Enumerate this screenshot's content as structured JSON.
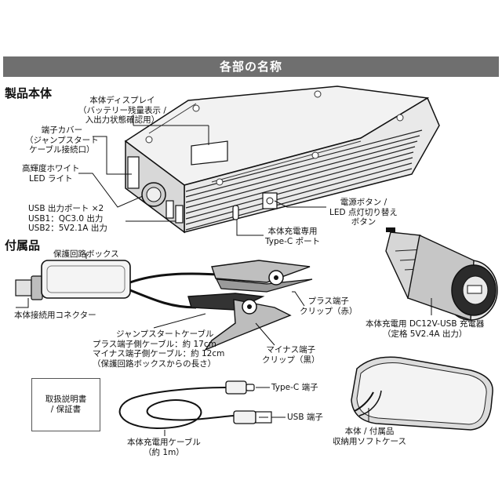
{
  "header": {
    "title": "各部の名称"
  },
  "sections": {
    "main_unit": "製品本体",
    "accessories": "付属品"
  },
  "labels": {
    "display": [
      "本体ディスプレイ",
      "（バッテリー残量表示 /",
      "入出力状態確認用）"
    ],
    "terminal_cover": [
      "端子カバー",
      "（ジャンプスタート",
      "ケーブル接続口）"
    ],
    "led_light": [
      "高輝度ホワイト",
      "LED ライト"
    ],
    "usb_port": [
      "USB 出力ポート ×2",
      "USB1：QC3.0 出力",
      "USB2：5V2.1A 出力"
    ],
    "power_button": [
      "電源ボタン /",
      "LED 点灯切り替え",
      "ボタン"
    ],
    "typec_port": [
      "本体充電専用",
      "Type-C ポート"
    ],
    "protection_box": "保護回路ボックス",
    "connector": "本体接続用コネクター",
    "plus_clip": [
      "プラス端子",
      "クリップ（赤）"
    ],
    "minus_clip": [
      "マイナス端子",
      "クリップ（黒）"
    ],
    "jump_cable": [
      "ジャンプスタートケーブル",
      "プラス端子側ケーブル：約 17cm",
      "マイナス端子側ケーブル：約 12cm",
      "（保護回路ボックスからの長さ）"
    ],
    "car_charger": [
      "本体充電用 DC12V-USB 充電器",
      "（定格 5V2.4A 出力）"
    ],
    "manual": [
      "取扱説明書",
      "/ 保証書"
    ],
    "typec_end": "Type-C 端子",
    "usb_end": "USB 端子",
    "charge_cable": [
      "本体充電用ケーブル",
      "（約 1m）"
    ],
    "soft_case": [
      "本体 / 付属品",
      "収納用ソフトケース"
    ]
  }
}
